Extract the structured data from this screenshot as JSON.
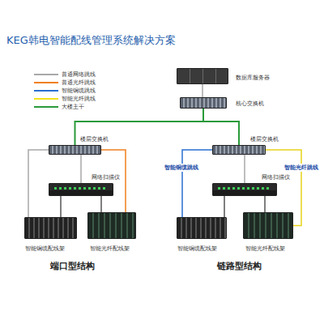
{
  "diagram": {
    "title": "KEG韩电智能配线管理系统解决方案",
    "nodes": [
      {
        "text": [
          "数据库服务器"
        ]
      },
      {
        "text": [
          "核心交换机"
        ]
      },
      {
        "text": [
          "楼层交换机"
        ]
      },
      {
        "text": [
          "网络扫描仪"
        ]
      },
      {
        "text": [
          "智能铜缆配线架"
        ]
      },
      {
        "text": [
          "智能光纤配线架"
        ]
      },
      {
        "text": [
          "楼层交换机"
        ]
      },
      {
        "text": [
          "网络扫描仪"
        ]
      },
      {
        "text": [
          "智能铜缆配线架"
        ]
      },
      {
        "text": [
          "智能光纤配线架"
        ]
      }
    ],
    "edges": [
      {
        "from": 0,
        "to": 1,
        "arrow": "none"
      },
      {
        "from": 1,
        "to": 2,
        "arrow": "none"
      },
      {
        "from": 1,
        "to": 6,
        "arrow": "none"
      },
      {
        "from": 2,
        "to": 3,
        "arrow": "none"
      },
      {
        "from": 2,
        "to": 4,
        "arrow": "none"
      },
      {
        "from": 2,
        "to": 5,
        "arrow": "none"
      },
      {
        "from": 3,
        "to": 4,
        "arrow": "none"
      },
      {
        "from": 3,
        "to": 5,
        "arrow": "none"
      },
      {
        "from": 6,
        "to": 7,
        "arrow": "none"
      },
      {
        "from": 6,
        "to": 8,
        "arrow": "none"
      },
      {
        "from": 6,
        "to": 9,
        "arrow": "none"
      },
      {
        "from": 7,
        "to": 8,
        "arrow": "none"
      },
      {
        "from": 7,
        "to": 9,
        "arrow": "none"
      }
    ],
    "labels": [
      "端口型结构",
      "链路型结构",
      "智能铜缆跳线",
      "智能光纤跳线"
    ],
    "legend": [
      {
        "text": "普通网络跳线",
        "color": "#a8a8a8"
      },
      {
        "text": "普通光纤跳线",
        "color": "#f0801e"
      },
      {
        "text": "智能铜缆跳线",
        "color": "#2a6fd0"
      },
      {
        "text": "智能光纤跳线",
        "color": "#f2e21c"
      },
      {
        "text": "大楼主干",
        "color": "#2a9a3a"
      }
    ]
  }
}
